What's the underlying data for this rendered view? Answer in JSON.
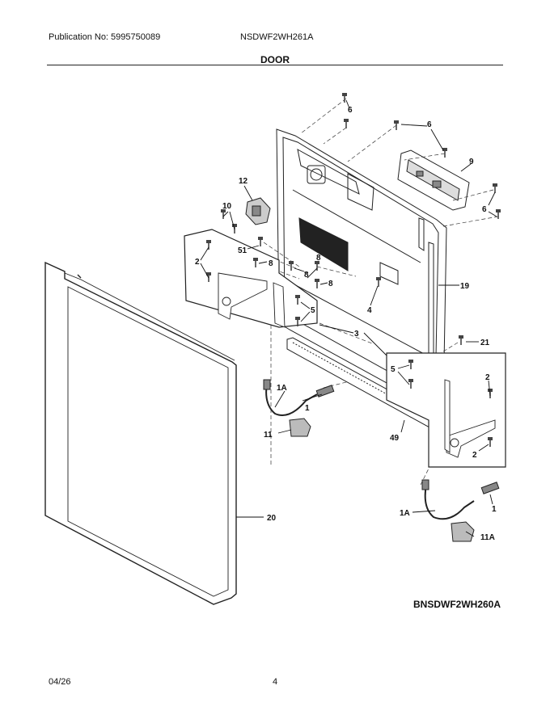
{
  "header": {
    "publication": "Publication No: 5995750089",
    "model": "NSDWF2WH261A"
  },
  "section_title": "DOOR",
  "diagram_code": "BNSDWF2WH260A",
  "footer": {
    "date": "04/26",
    "page": "4"
  },
  "callouts": {
    "c6a": "6",
    "c6b": "6",
    "c9": "9",
    "c6c": "6",
    "c12": "12",
    "c10": "10",
    "c51": "51",
    "c2a": "2",
    "c8a": "8",
    "c8b": "8",
    "c8c": "8",
    "c8d": "8",
    "c19": "19",
    "c4": "4",
    "c5a": "5",
    "c3": "3",
    "c21": "21",
    "c5b": "5",
    "c2b": "2",
    "c1Aa": "1A",
    "c1a": "1",
    "c11": "11",
    "c49": "49",
    "c2c": "2",
    "c20": "20",
    "c1Ab": "1A",
    "c1b": "1",
    "c11A": "11A"
  }
}
